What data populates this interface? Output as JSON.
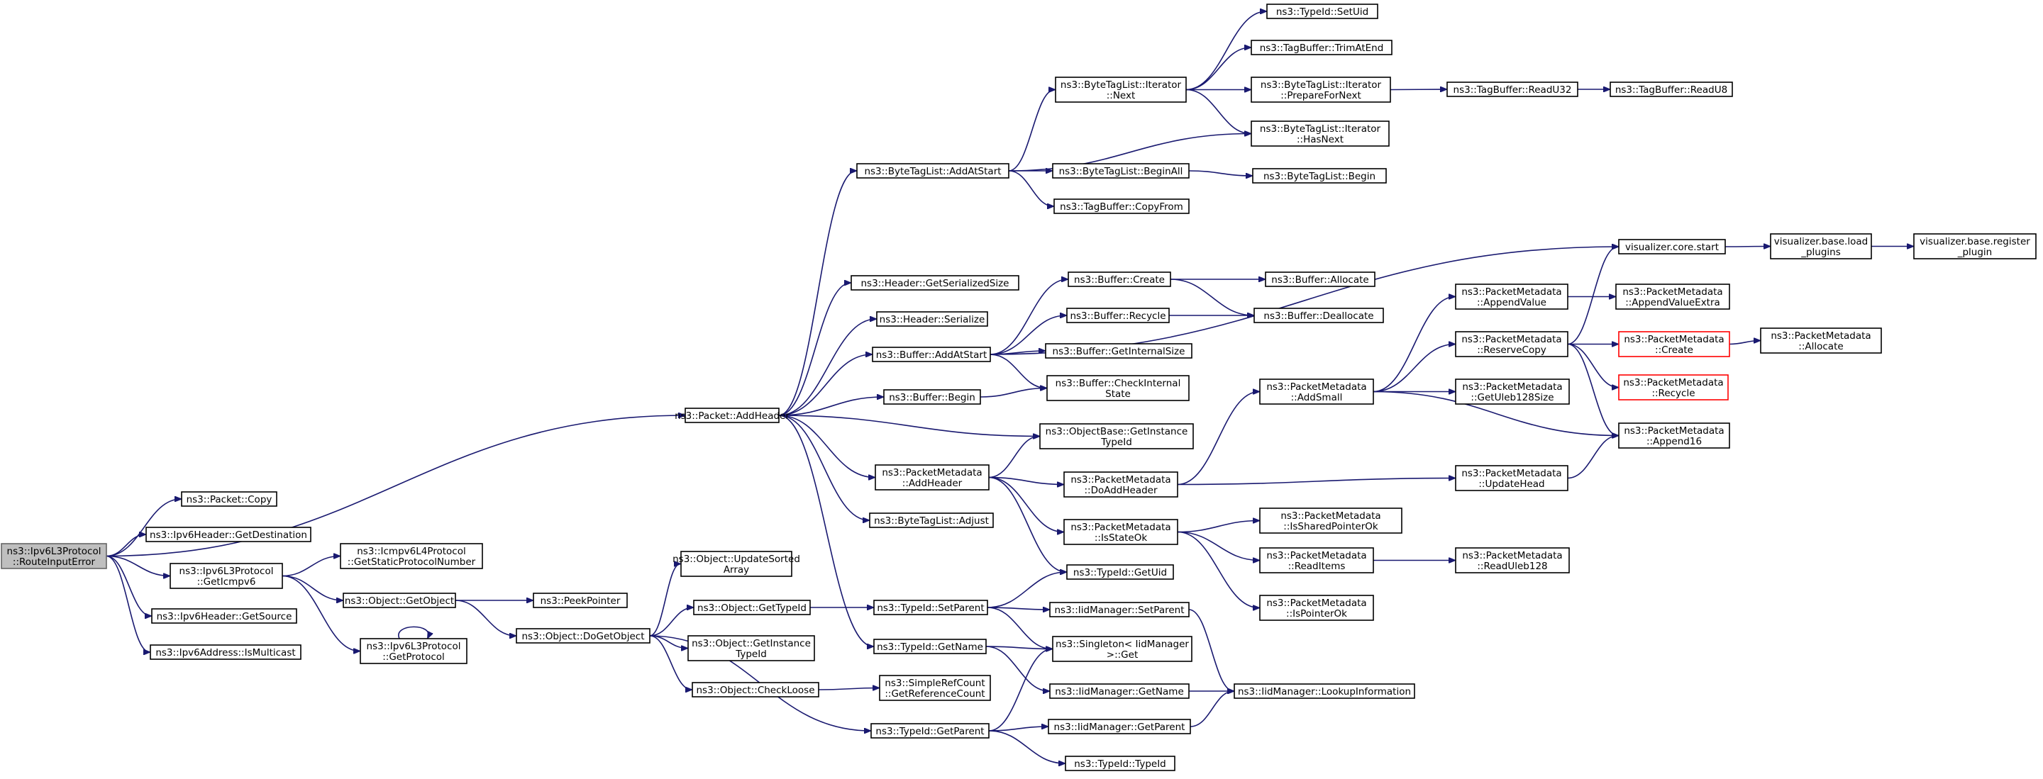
{
  "graph": {
    "colors": {
      "edge": "#191970",
      "root_fill": "#bfbfbf",
      "truncated_border": "#ff0000"
    },
    "nodes": [
      {
        "id": "root",
        "lines": [
          "ns3::Ipv6L3Protocol",
          "::RouteInputError"
        ],
        "root": true
      },
      {
        "id": "addHeader",
        "lines": [
          "ns3::Packet::AddHeader"
        ]
      },
      {
        "id": "pcopy",
        "lines": [
          "ns3::Packet::Copy"
        ]
      },
      {
        "id": "getDest",
        "lines": [
          "ns3::Ipv6Header::GetDestination"
        ]
      },
      {
        "id": "getIcmpv6",
        "lines": [
          "ns3::Ipv6L3Protocol",
          "::GetIcmpv6"
        ]
      },
      {
        "id": "getSource",
        "lines": [
          "ns3::Ipv6Header::GetSource"
        ]
      },
      {
        "id": "isMulticast",
        "lines": [
          "ns3::Ipv6Address::IsMulticast"
        ]
      },
      {
        "id": "icmpStatic",
        "lines": [
          "ns3::Icmpv6L4Protocol",
          "::GetStaticProtocolNumber"
        ]
      },
      {
        "id": "objGetObject",
        "lines": [
          "ns3::Object::GetObject"
        ]
      },
      {
        "id": "getProtocol",
        "lines": [
          "ns3::Ipv6L3Protocol",
          "::GetProtocol"
        ]
      },
      {
        "id": "peekPointer",
        "lines": [
          "ns3::PeekPointer"
        ]
      },
      {
        "id": "doGetObject",
        "lines": [
          "ns3::Object::DoGetObject"
        ]
      },
      {
        "id": "updateSorted",
        "lines": [
          "ns3::Object::UpdateSorted",
          "Array"
        ]
      },
      {
        "id": "objGetTypeId",
        "lines": [
          "ns3::Object::GetTypeId"
        ]
      },
      {
        "id": "objGetInstance",
        "lines": [
          "ns3::Object::GetInstance",
          "TypeId"
        ]
      },
      {
        "id": "checkLoose",
        "lines": [
          "ns3::Object::CheckLoose"
        ]
      },
      {
        "id": "tidGetParent",
        "lines": [
          "ns3::TypeId::GetParent"
        ]
      },
      {
        "id": "refCount",
        "lines": [
          "ns3::SimpleRefCount",
          "::GetReferenceCount"
        ]
      },
      {
        "id": "tidSetParent",
        "lines": [
          "ns3::TypeId::SetParent"
        ]
      },
      {
        "id": "tidGetName",
        "lines": [
          "ns3::TypeId::GetName"
        ]
      },
      {
        "id": "btlAddAtStart",
        "lines": [
          "ns3::ByteTagList::AddAtStart"
        ]
      },
      {
        "id": "hdrSerSize",
        "lines": [
          "ns3::Header::GetSerializedSize"
        ]
      },
      {
        "id": "hdrSerialize",
        "lines": [
          "ns3::Header::Serialize"
        ]
      },
      {
        "id": "bufAddAtStart",
        "lines": [
          "ns3::Buffer::AddAtStart"
        ]
      },
      {
        "id": "bufBegin",
        "lines": [
          "ns3::Buffer::Begin"
        ]
      },
      {
        "id": "pmAddHeader",
        "lines": [
          "ns3::PacketMetadata",
          "::AddHeader"
        ]
      },
      {
        "id": "btlAdjust",
        "lines": [
          "ns3::ByteTagList::Adjust"
        ]
      },
      {
        "id": "btlIterNext",
        "lines": [
          "ns3::ByteTagList::Iterator",
          "::Next"
        ]
      },
      {
        "id": "btlBeginAll",
        "lines": [
          "ns3::ByteTagList::BeginAll"
        ]
      },
      {
        "id": "tbCopyFrom",
        "lines": [
          "ns3::TagBuffer::CopyFrom"
        ]
      },
      {
        "id": "bufCreate",
        "lines": [
          "ns3::Buffer::Create"
        ]
      },
      {
        "id": "bufRecycle",
        "lines": [
          "ns3::Buffer::Recycle"
        ]
      },
      {
        "id": "bufGetInternal",
        "lines": [
          "ns3::Buffer::GetInternalSize"
        ]
      },
      {
        "id": "bufCheckInternal",
        "lines": [
          "ns3::Buffer::CheckInternal",
          "State"
        ]
      },
      {
        "id": "objBaseGetInstance",
        "lines": [
          "ns3::ObjectBase::GetInstance",
          "TypeId"
        ]
      },
      {
        "id": "pmDoAddHeader",
        "lines": [
          "ns3::PacketMetadata",
          "::DoAddHeader"
        ]
      },
      {
        "id": "pmIsStateOk",
        "lines": [
          "ns3::PacketMetadata",
          "::IsStateOk"
        ]
      },
      {
        "id": "tidGetUid",
        "lines": [
          "ns3::TypeId::GetUid"
        ]
      },
      {
        "id": "iidSetParent",
        "lines": [
          "ns3::IidManager::SetParent"
        ]
      },
      {
        "id": "singletonGet",
        "lines": [
          "ns3::Singleton< IidManager",
          ">::Get"
        ]
      },
      {
        "id": "iidGetName",
        "lines": [
          "ns3::IidManager::GetName"
        ]
      },
      {
        "id": "iidGetParent",
        "lines": [
          "ns3::IidManager::GetParent"
        ]
      },
      {
        "id": "tidTypeId",
        "lines": [
          "ns3::TypeId::TypeId"
        ]
      },
      {
        "id": "tidSetUid",
        "lines": [
          "ns3::TypeId::SetUid"
        ]
      },
      {
        "id": "tbTrimAtEnd",
        "lines": [
          "ns3::TagBuffer::TrimAtEnd"
        ]
      },
      {
        "id": "btlIterPrepare",
        "lines": [
          "ns3::ByteTagList::Iterator",
          "::PrepareForNext"
        ]
      },
      {
        "id": "btlIterHasNext",
        "lines": [
          "ns3::ByteTagList::Iterator",
          "::HasNext"
        ]
      },
      {
        "id": "btlBegin",
        "lines": [
          "ns3::ByteTagList::Begin"
        ]
      },
      {
        "id": "bufAllocate",
        "lines": [
          "ns3::Buffer::Allocate"
        ]
      },
      {
        "id": "bufDeallocate",
        "lines": [
          "ns3::Buffer::Deallocate"
        ]
      },
      {
        "id": "pmAddSmall",
        "lines": [
          "ns3::PacketMetadata",
          "::AddSmall"
        ]
      },
      {
        "id": "pmIsSharedPointerOk",
        "lines": [
          "ns3::PacketMetadata",
          "::IsSharedPointerOk"
        ]
      },
      {
        "id": "pmReadItems",
        "lines": [
          "ns3::PacketMetadata",
          "::ReadItems"
        ]
      },
      {
        "id": "pmIsPointerOk",
        "lines": [
          "ns3::PacketMetadata",
          "::IsPointerOk"
        ]
      },
      {
        "id": "iidLookup",
        "lines": [
          "ns3::IidManager::LookupInformation"
        ]
      },
      {
        "id": "tbReadU32",
        "lines": [
          "ns3::TagBuffer::ReadU32"
        ]
      },
      {
        "id": "pmAppendValue",
        "lines": [
          "ns3::PacketMetadata",
          "::AppendValue"
        ]
      },
      {
        "id": "pmReserveCopy",
        "lines": [
          "ns3::PacketMetadata",
          "::ReserveCopy"
        ]
      },
      {
        "id": "pmGetUleb",
        "lines": [
          "ns3::PacketMetadata",
          "::GetUleb128Size"
        ]
      },
      {
        "id": "pmUpdateHead",
        "lines": [
          "ns3::PacketMetadata",
          "::UpdateHead"
        ]
      },
      {
        "id": "pmReadUleb",
        "lines": [
          "ns3::PacketMetadata",
          "::ReadUleb128"
        ]
      },
      {
        "id": "tbReadU8",
        "lines": [
          "ns3::TagBuffer::ReadU8"
        ]
      },
      {
        "id": "vizStart",
        "lines": [
          "visualizer.core.start"
        ]
      },
      {
        "id": "pmAppendValueExtra",
        "lines": [
          "ns3::PacketMetadata",
          "::AppendValueExtra"
        ]
      },
      {
        "id": "pmCreate",
        "lines": [
          "ns3::PacketMetadata",
          "::Create"
        ],
        "truncated": true
      },
      {
        "id": "pmRecycle",
        "lines": [
          "ns3::PacketMetadata",
          "::Recycle"
        ],
        "truncated": true
      },
      {
        "id": "pmAppend16",
        "lines": [
          "ns3::PacketMetadata",
          "::Append16"
        ]
      },
      {
        "id": "vizLoad",
        "lines": [
          "visualizer.base.load",
          "_plugins"
        ]
      },
      {
        "id": "pmAllocate",
        "lines": [
          "ns3::PacketMetadata",
          "::Allocate"
        ]
      },
      {
        "id": "vizRegister",
        "lines": [
          "visualizer.base.register",
          "_plugin"
        ]
      }
    ]
  }
}
